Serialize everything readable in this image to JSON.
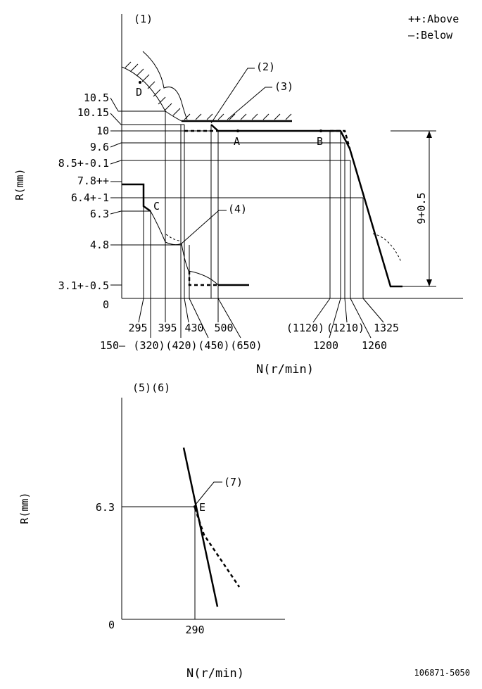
{
  "legend": {
    "above": "++:Above",
    "below": "—:Below"
  },
  "top_chart": {
    "header": "(1)",
    "callouts": {
      "c2": "(2)",
      "c3": "(3)",
      "c4": "(4)"
    },
    "y_axis_label": "R(mm)",
    "x_axis_label": "N(r/min)",
    "y_ticks": [
      "10.5",
      "10.15",
      "10",
      "9.6",
      "8.5+-0.1",
      "7.8++",
      "6.4+-1",
      "6.3",
      "4.8",
      "3.1+-0.5",
      "0"
    ],
    "x_ticks_row1": [
      "295",
      "395",
      "430",
      "500",
      "(1120)",
      "(1210)",
      "1325"
    ],
    "x_ticks_row2": [
      "150—",
      "(320)",
      "(420)",
      "(450)",
      "(650)",
      "1200",
      "1260"
    ],
    "points": {
      "A": "A",
      "B": "B",
      "C": "C",
      "D": "D"
    },
    "dimension": "9+0.5"
  },
  "bottom_chart": {
    "header": "(5)(6)",
    "callout": "(7)",
    "y_axis_label": "R(mm)",
    "x_axis_label": "N(r/min)",
    "y_ticks": [
      "6.3",
      "0"
    ],
    "x_ticks": [
      "290"
    ],
    "point": "E"
  },
  "footer": {
    "code": "106871-5050"
  }
}
